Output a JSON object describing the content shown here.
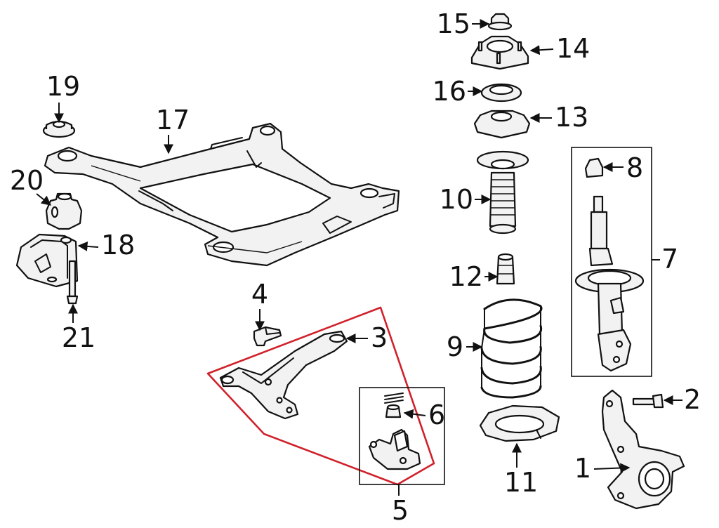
{
  "callouts": [
    {
      "id": "c1",
      "label": "1"
    },
    {
      "id": "c2",
      "label": "2"
    },
    {
      "id": "c3",
      "label": "3"
    },
    {
      "id": "c4",
      "label": "4"
    },
    {
      "id": "c5",
      "label": "5"
    },
    {
      "id": "c6",
      "label": "6"
    },
    {
      "id": "c7",
      "label": "7"
    },
    {
      "id": "c8",
      "label": "8"
    },
    {
      "id": "c9",
      "label": "9"
    },
    {
      "id": "c10",
      "label": "10"
    },
    {
      "id": "c11",
      "label": "11"
    },
    {
      "id": "c12",
      "label": "12"
    },
    {
      "id": "c13",
      "label": "13"
    },
    {
      "id": "c14",
      "label": "14"
    },
    {
      "id": "c15",
      "label": "15"
    },
    {
      "id": "c16",
      "label": "16"
    },
    {
      "id": "c17",
      "label": "17"
    },
    {
      "id": "c18",
      "label": "18"
    },
    {
      "id": "c19",
      "label": "19"
    },
    {
      "id": "c20",
      "label": "20"
    },
    {
      "id": "c21",
      "label": "21"
    }
  ],
  "colors": {
    "highlight": "#d0212b",
    "line": "#111111",
    "part_fill": "#f2f2f2"
  }
}
